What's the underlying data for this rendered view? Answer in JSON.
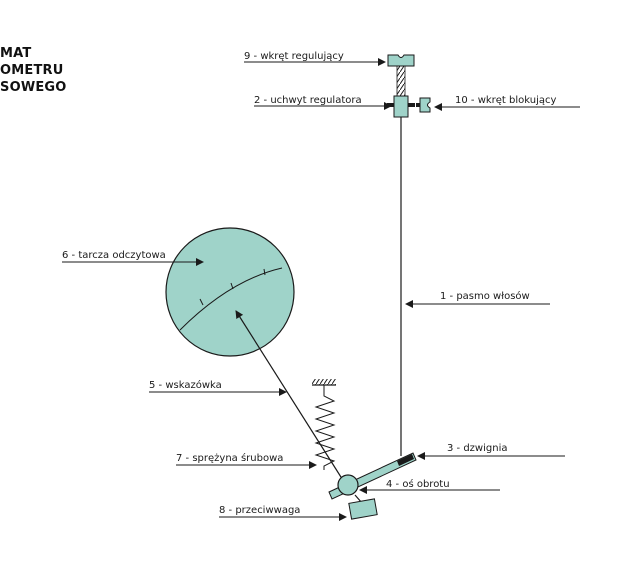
{
  "title_lines": [
    "MAT",
    "OMETRU",
    "SOWEGO"
  ],
  "labels": {
    "adjusting_screw": "9 - wkręt regulujący",
    "regulator_holder": "2 - uchwyt regulatora",
    "locking_screw": "10 - wkręt blokujący",
    "reading_dial": "6 - tarcza odczytowa",
    "hair_strand": "1 - pasmo włosów",
    "pointer": "5 - wskazówka",
    "lever": "3 - dzwignia",
    "coil_spring": "7 - sprężyna śrubowa",
    "pivot_axis": "4 - oś obrotu",
    "counterweight": "8 - przeciwwaga"
  },
  "colors": {
    "fill": "#9fd3c9",
    "stroke": "#1a1a1a",
    "background": "#ffffff"
  }
}
